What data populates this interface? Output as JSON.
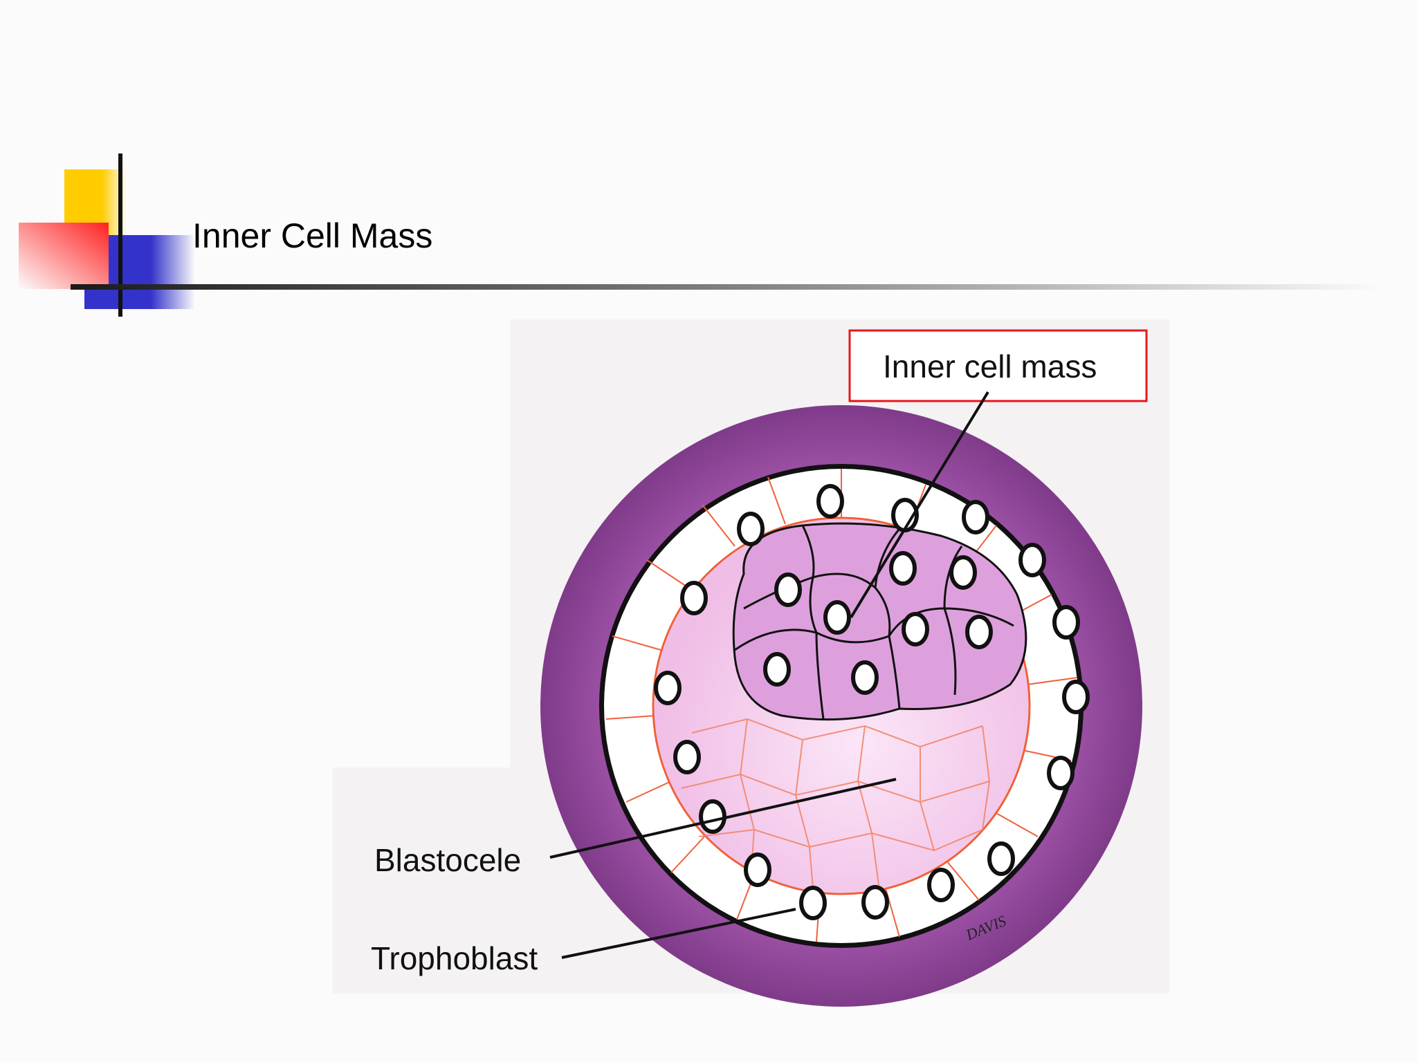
{
  "slide": {
    "title": "Inner Cell Mass"
  },
  "diagram": {
    "labels": {
      "inner_cell_mass": "Inner cell mass",
      "blastocele": "Blastocele",
      "trophoblast": "Trophoblast"
    },
    "signature": "DAVIS"
  },
  "colors": {
    "title_deco_yellow": "#ffcc00",
    "title_deco_red": "#ff3333",
    "title_deco_blue": "#3333cc",
    "zona_pellucida": "#8e4797",
    "inner_cell_mass_fill": "#dea0dc",
    "blastocele_fill": "#f6cff0",
    "trophoblast_cell_fill": "#ffffff",
    "cell_wall_red": "#f0603a",
    "highlight_box": "#e8161b"
  }
}
